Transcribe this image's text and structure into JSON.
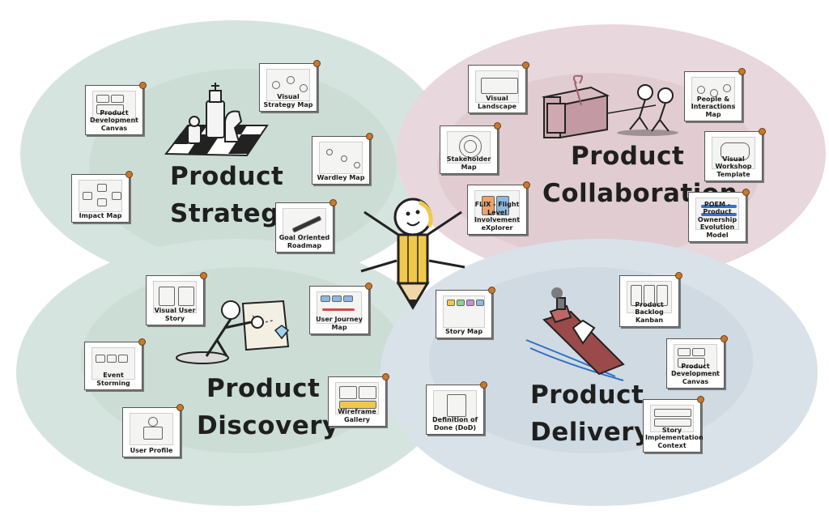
{
  "sections": {
    "strategy": {
      "title_line1": "Product",
      "title_line2": "Strategy",
      "color": "#b6cfc6"
    },
    "collaboration": {
      "title_line1": "Product",
      "title_line2": "Collaboration",
      "color": "#d6b8c0"
    },
    "discovery": {
      "title_line1": "Product",
      "title_line2": "Discovery",
      "color": "#b6cfc6"
    },
    "delivery": {
      "title_line1": "Product",
      "title_line2": "Delivery",
      "color": "#bccbd8"
    }
  },
  "cards": {
    "product_development_canvas_strategy": "Product Development Canvas",
    "visual_strategy_map": "Visual Strategy Map",
    "wardley_map": "Wardley Map",
    "impact_map": "Impact Map",
    "goal_oriented_roadmap": "Goal Oriented Roadmap",
    "visual_landscape": "Visual Landscape",
    "people_interactions_map": "People & Interactions Map",
    "stakeholder_map": "Stakeholder Map",
    "visual_workshop_template": "Visual Workshop Template",
    "flix": "FLIX - Flight Level Involvement eXplorer",
    "poem": "POEM - Product Ownership Evolution Model",
    "visual_user_story": "Visual User Story",
    "user_journey_map": "User Journey Map",
    "event_storming": "Event Storming",
    "user_profile": "User Profile",
    "wireframe_gallery": "Wireframe Gallery",
    "story_map": "Story Map",
    "product_backlog_kanban": "Product Backlog Kanban",
    "product_development_canvas_delivery": "Product Development Canvas",
    "definition_of_done": "Definition of Done (DoD)",
    "story_implementation_context": "Story Implementation Context"
  },
  "colors": {
    "pencil_body": "#f2c84b",
    "accent_orange": "#c8792e",
    "ink": "#1f1f1f"
  },
  "icons": [
    "chess-pieces-icon",
    "gift-box-people-pulling-icon",
    "magnifier-treasure-map-icon",
    "ship-diamond-icon",
    "pencil-character-icon"
  ]
}
